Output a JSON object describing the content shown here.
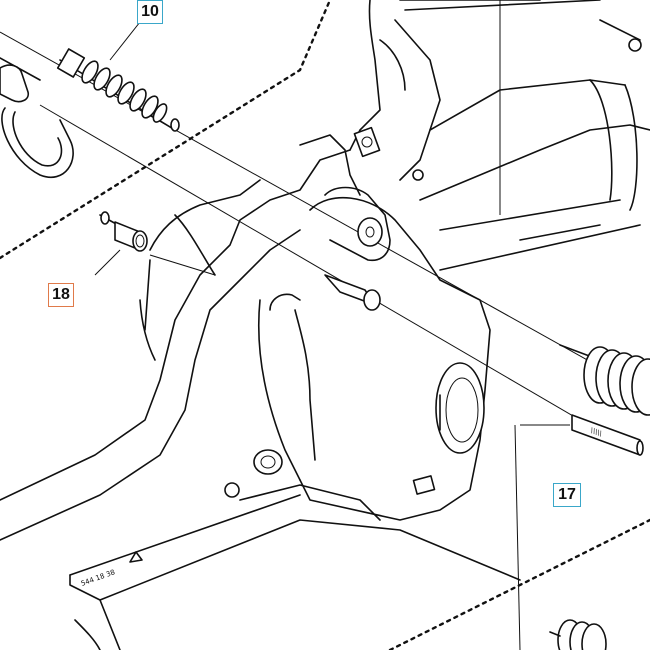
{
  "diagram": {
    "type": "exploded-parts-diagram",
    "callouts": [
      {
        "id": "callout-10",
        "label": "10",
        "border_color": "#3aa7c9"
      },
      {
        "id": "callout-18",
        "label": "18",
        "border_color": "#e07a4a"
      },
      {
        "id": "callout-17",
        "label": "17",
        "border_color": "#3aa7c9"
      }
    ],
    "housing_marking": "544 18 38"
  }
}
